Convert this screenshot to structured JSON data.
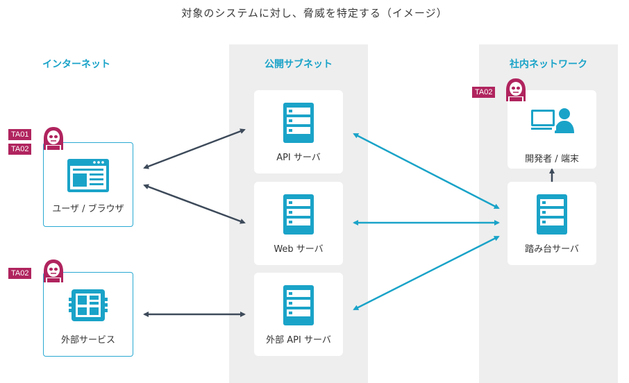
{
  "title": "対象のシステムに対し、脅威を特定する（イメージ）",
  "zones": {
    "internet": "インターネット",
    "public_subnet": "公開サブネット",
    "internal_network": "社内ネットワーク"
  },
  "nodes": {
    "user_browser": "ユーザ / ブラウザ",
    "external_service": "外部サービス",
    "api_server": "API サーバ",
    "web_server": "Web サーバ",
    "external_api_server": "外部 API サーバ",
    "developer_terminal": "開発者 / 端末",
    "bastion_server": "踏み台サーバ"
  },
  "threat_actors": {
    "browser_ta01": "TA01",
    "browser_ta02": "TA02",
    "external_ta02": "TA02",
    "developer_ta02": "TA02"
  },
  "colors": {
    "accent": "#1aa3c8",
    "dark_arrow": "#3d4a5a",
    "badge": "#b0245e",
    "zone_bg": "#eeeeee"
  }
}
